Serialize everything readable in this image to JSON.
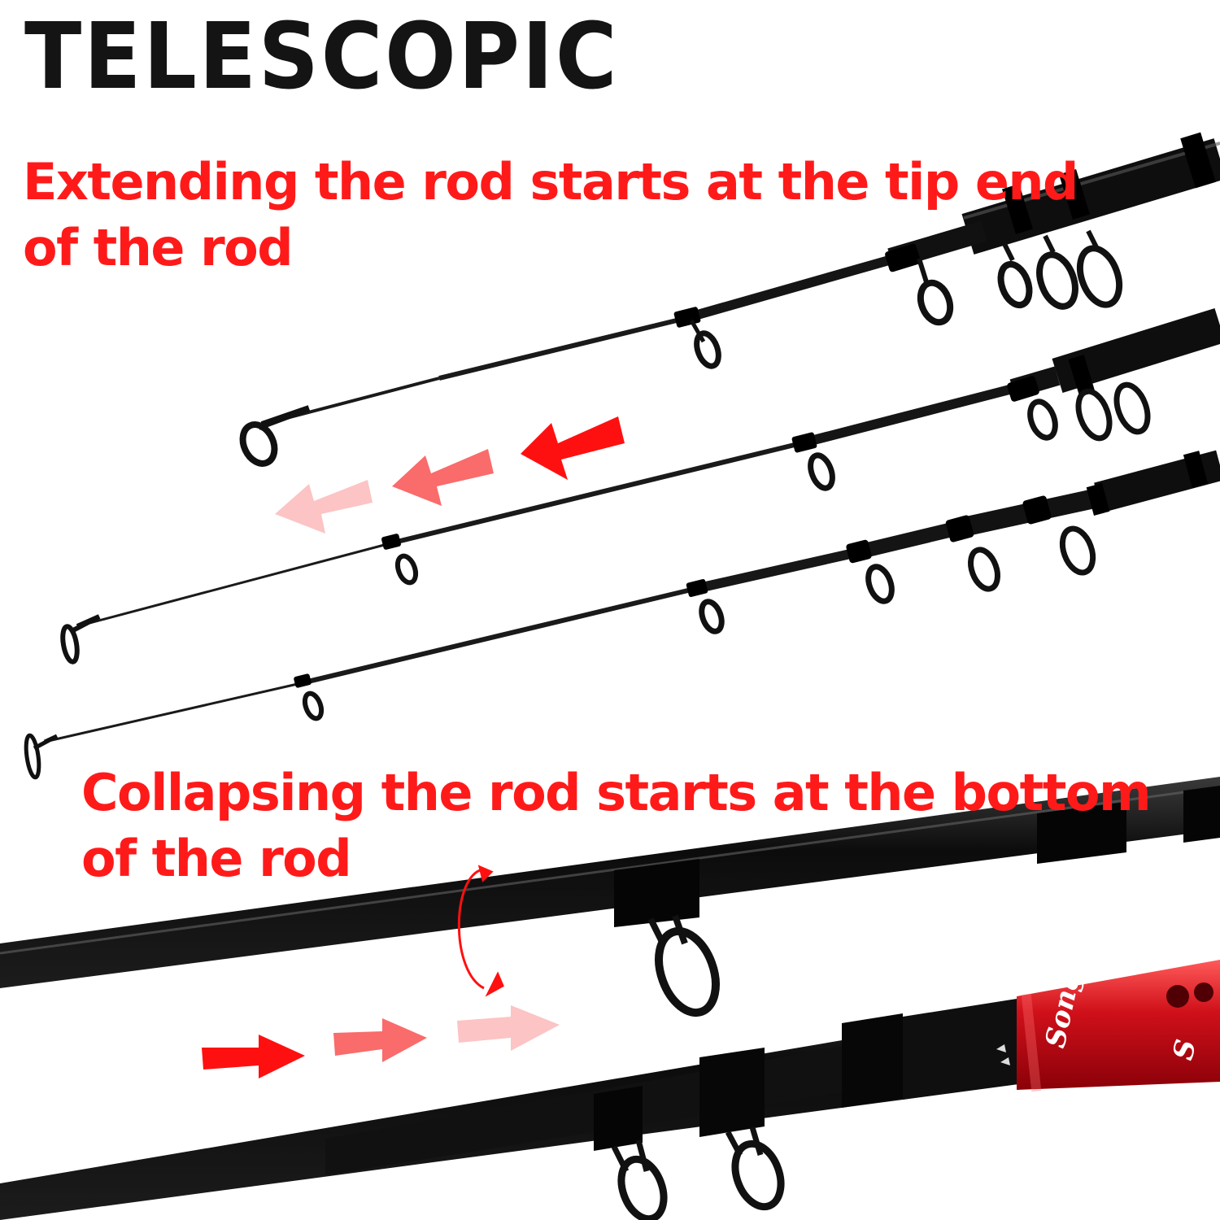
{
  "title": "TELESCOPIC",
  "captions": {
    "extend_line1": "Extending the rod starts at the tip end",
    "extend_line2": "of the rod",
    "collapse_line1": "Collapsing the rod starts at the bottom",
    "collapse_line2": "of the rod"
  },
  "rod": {
    "brand_text": "Songy",
    "brand_text_2": "S"
  },
  "colors": {
    "title": "#141414",
    "caption": "#ff1a1a",
    "rod": "#111111",
    "reel_seat": "#d0101a",
    "arrow_strong": "#ff1010",
    "arrow_mid": "#fa6b6b",
    "arrow_light": "#fcc4c4"
  },
  "icons": {
    "arrow": "arrow-icon",
    "rotate": "rotate-icon",
    "guide": "rod-guide-ring"
  }
}
